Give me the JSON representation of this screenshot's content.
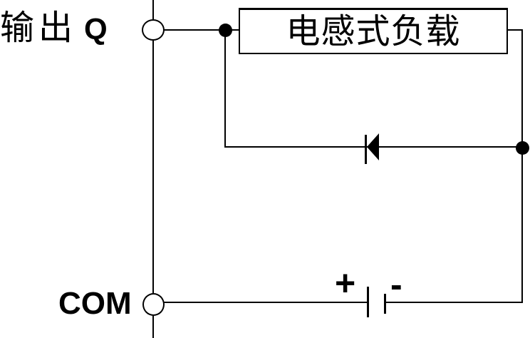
{
  "labels": {
    "output_cn": "输出",
    "output_q": "Q",
    "load": "电感式负载",
    "com": "COM",
    "battery_plus": "+",
    "battery_minus": "-"
  },
  "colors": {
    "line": "#000000",
    "text": "#000000",
    "background": "#ffffff"
  },
  "icons": {
    "output_terminal": "open-circle-terminal",
    "com_terminal": "open-circle-terminal",
    "junction_top": "filled-junction-dot",
    "junction_right": "filled-junction-dot",
    "diode": "left-pointing-diode-with-cathode-bar",
    "battery": "battery-cell-long-short-plates"
  }
}
